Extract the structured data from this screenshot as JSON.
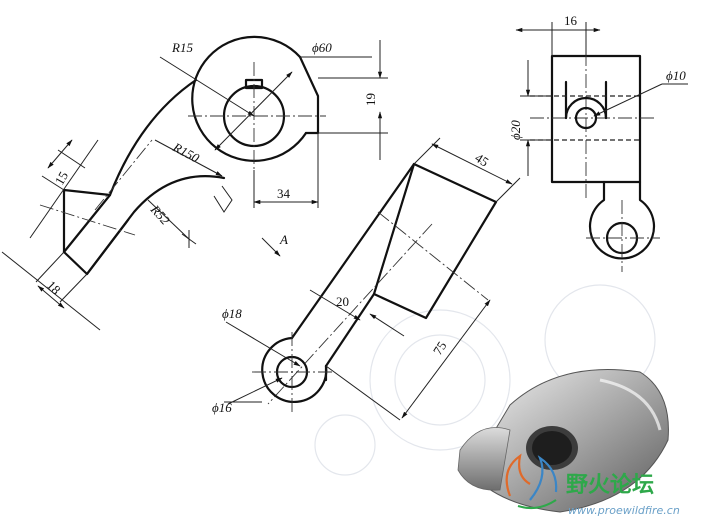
{
  "dimensions": {
    "r15": "R15",
    "phi60": "ϕ60",
    "dim19": "19",
    "r150": "R150",
    "dim34": "34",
    "r52": "R52",
    "dim15": "15",
    "dim18": "18",
    "dim45": "45",
    "dim20": "20",
    "phi18": "ϕ18",
    "phi16": "ϕ16",
    "dim75": "75",
    "dim16": "16",
    "phi20": "ϕ20",
    "phi10": "ϕ10"
  },
  "view_label": "A",
  "watermark": {
    "name": "野火论坛",
    "url": "www.proewildfire.cn"
  },
  "colors": {
    "line": "#111111",
    "watermark_green": "#2ea84a",
    "watermark_blue": "#6aa0c8"
  }
}
